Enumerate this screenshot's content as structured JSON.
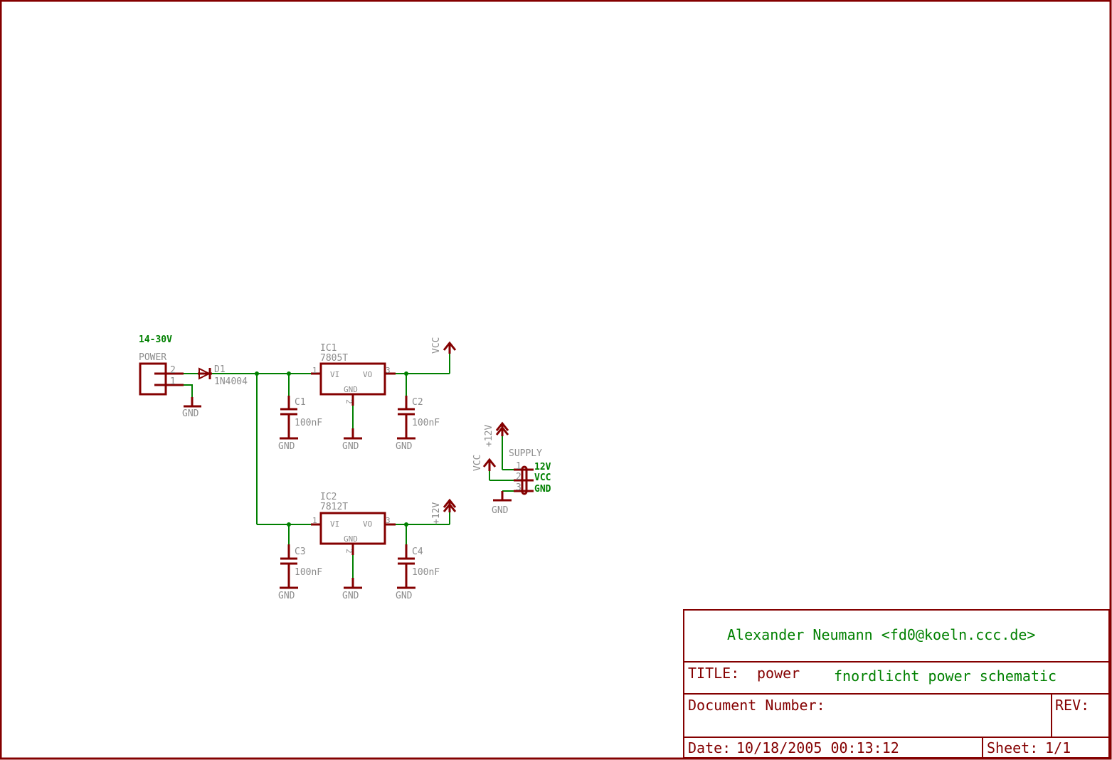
{
  "schematic": {
    "power_connector": {
      "name": "POWER",
      "value_label": "14-30V",
      "pins": [
        "2",
        "1"
      ]
    },
    "diode": {
      "name": "D1",
      "value": "1N4004"
    },
    "regulators": [
      {
        "name": "IC1",
        "value": "7805T",
        "pin_in": "VI",
        "pin_out": "VO",
        "pin_gnd": "GND",
        "pin1": "1",
        "pin2": "2",
        "pin3": "3",
        "output_net": "VCC"
      },
      {
        "name": "IC2",
        "value": "7812T",
        "pin_in": "VI",
        "pin_out": "VO",
        "pin_gnd": "GND",
        "pin1": "1",
        "pin2": "2",
        "pin3": "3",
        "output_net": "+12V"
      }
    ],
    "capacitors": [
      {
        "name": "C1",
        "value": "100nF"
      },
      {
        "name": "C2",
        "value": "100nF"
      },
      {
        "name": "C3",
        "value": "100nF"
      },
      {
        "name": "C4",
        "value": "100nF"
      }
    ],
    "gnd_label": "GND",
    "supply_connector": {
      "name": "SUPPLY",
      "pins": [
        "1",
        "2",
        "3"
      ],
      "nets": [
        "12V",
        "VCC",
        "GND"
      ],
      "supply_labels": [
        "+12V",
        "VCC"
      ]
    }
  },
  "title_block": {
    "author": "Alexander Neumann <fd0@koeln.ccc.de>",
    "title_label": "TITLE:",
    "title_value": "power",
    "description": "fnordlicht power schematic",
    "document_number_label": "Document Number:",
    "rev_label": "REV:",
    "date_label": "Date:",
    "date_value": "10/18/2005 00:13:12",
    "sheet_label": "Sheet:",
    "sheet_value": "1/1"
  },
  "colors": {
    "symbol": "#840000",
    "wire": "#008000",
    "label": "#8c8c8c",
    "background": "#ffffff"
  }
}
